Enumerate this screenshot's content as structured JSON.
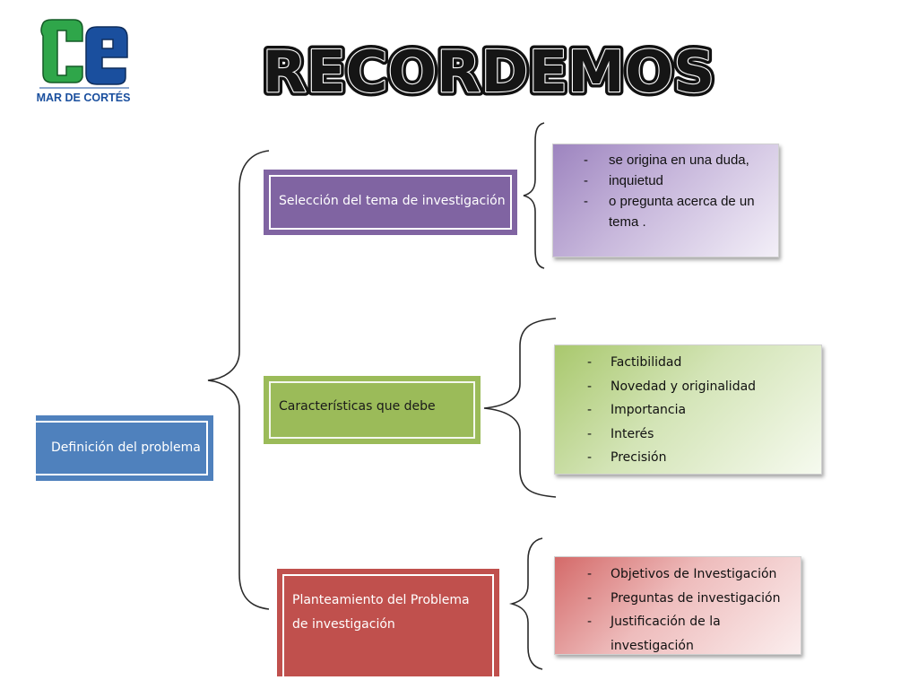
{
  "logo": {
    "brand": "CE",
    "subtitle": "MAR DE CORTÉS",
    "colors": {
      "c": "#2fa64a",
      "e": "#1a4f9e",
      "subtitle": "#1a4f9e"
    }
  },
  "title": "RECORDEMOS",
  "root": {
    "label": "Definición del problema",
    "color": "#4f81bd"
  },
  "branches": [
    {
      "label": "Selección del tema de investigación",
      "color": "#8064a2",
      "items": [
        "se  origina en una duda,",
        "inquietud",
        "o pregunta  acerca de un tema ."
      ]
    },
    {
      "label": "Características que debe",
      "color": "#9bbb59",
      "items": [
        "Factibilidad",
        "Novedad y originalidad",
        "Importancia",
        "Interés",
        "Precisión"
      ]
    },
    {
      "label": "Planteamiento del Problema de investigación",
      "color": "#c0504d",
      "items": [
        "Objetivos de Investigación",
        "Preguntas de investigación",
        "Justificación de la investigación"
      ]
    }
  ]
}
